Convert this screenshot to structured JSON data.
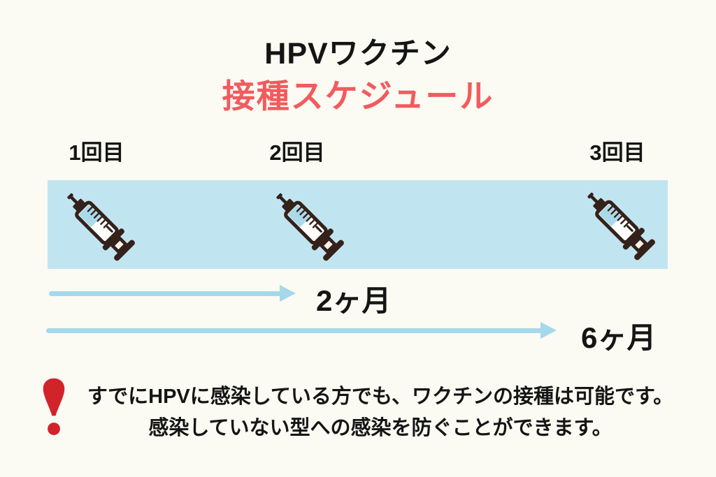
{
  "page": {
    "background_color": "#FBFAF3"
  },
  "title": {
    "main": "HPVワクチン",
    "subtitle": "接種スケジュール",
    "main_color": "#151515",
    "subtitle_color": "#F15B5E"
  },
  "schedule": {
    "dose_labels": [
      {
        "label": "1回目"
      },
      {
        "label": "2回目"
      },
      {
        "label": "3回目"
      }
    ],
    "band_color": "#C1E4F1",
    "syringe_icon": {
      "name": "syringe-icon",
      "outline_color": "#33211A",
      "liquid_color": "#A9DAEA",
      "count": 3
    },
    "arrows": [
      {
        "label": "2ヶ月"
      },
      {
        "label": "6ヶ月"
      }
    ],
    "arrow_color": "#A5D8EB"
  },
  "note": {
    "icon": "exclamation-mark",
    "icon_color": "#D2232A",
    "line1": "すでにHPVに感染している方でも、ワクチンの接種は可能です。",
    "line2": "感染していない型への感染を防ぐことができます。"
  }
}
